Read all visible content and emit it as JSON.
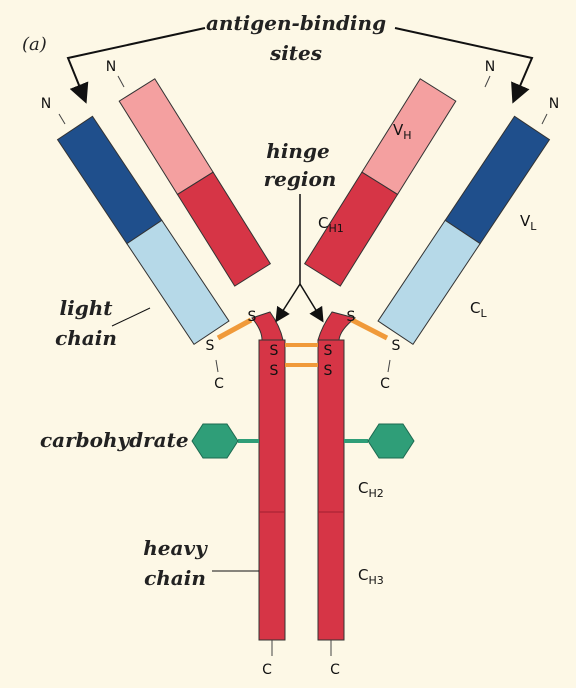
{
  "figure": {
    "panel_label": "(a)",
    "labels": {
      "antigen_line1": "antigen-binding",
      "antigen_line2": "sites",
      "hinge_line1": "hinge",
      "hinge_line2": "region",
      "light_line1": "light",
      "light_line2": "chain",
      "carbohydrate": "carbohydrate",
      "heavy_line1": "heavy",
      "heavy_line2": "chain"
    },
    "terminals": {
      "n": "N",
      "c": "C"
    },
    "disulfide": "S",
    "domains": {
      "vh_main": "V",
      "vh_sub": "H",
      "ch1_main": "C",
      "ch1_sub": "H1",
      "vl_main": "V",
      "vl_sub": "L",
      "cl_main": "C",
      "cl_sub": "L",
      "ch2_main": "C",
      "ch2_sub": "H2",
      "ch3_main": "C",
      "ch3_sub": "H3"
    },
    "colors": {
      "background": "#fdf8e6",
      "heavy_constant": "#d63546",
      "heavy_variable": "#f4a0a0",
      "light_variable": "#1f4f8c",
      "light_constant": "#b6d9e8",
      "disulfide_bond": "#f09a3a",
      "carbohydrate": "#2f9e78"
    }
  }
}
